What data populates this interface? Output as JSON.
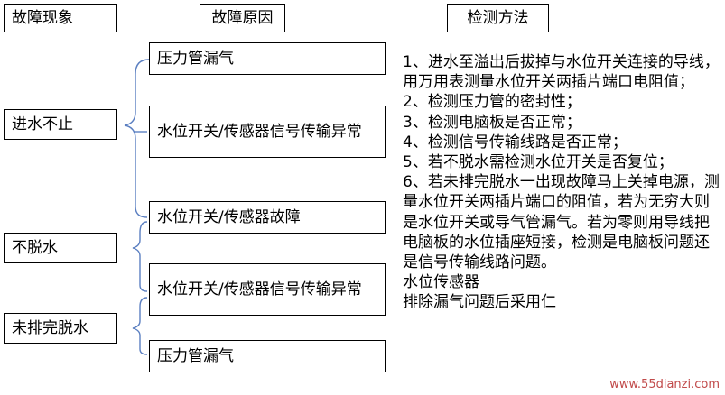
{
  "headers": {
    "phenomenon": "故障现象",
    "cause": "故障原因",
    "method": "检测方法"
  },
  "phenomena": [
    "进水不止",
    "不脱水",
    "未排完脱水"
  ],
  "causes": [
    "压力管漏气",
    "水位开关/传感器信号传输异常",
    "水位开关/传感器故障",
    "水位开关/传感器信号传输异常",
    "压力管漏气"
  ],
  "methods": "1、进水至溢出后拔掉与水位开关连接的导线，用万用表测量水位开关两插片端口电阻值；\n2、检测压力管的密封性；\n3、检测电脑板是否正常；\n4、检测信号传输线路是否正常；\n5、若不脱水需检测水位开关是否复位；\n6、若未排完脱水一出现故障马上关掉电源，测量水位开关两插片端口的阻值，若为无穷大则是水位开关或导气管漏气。若为零则用导线把电脑板的水位插座短接，检测是电脑板问题还是信号传输线路问题。\n水位传感器\n排除漏气问题后采用仁",
  "watermark": "www.55dianzi.com",
  "colors": {
    "connector": "#5b7fc1",
    "border": "#000000"
  }
}
